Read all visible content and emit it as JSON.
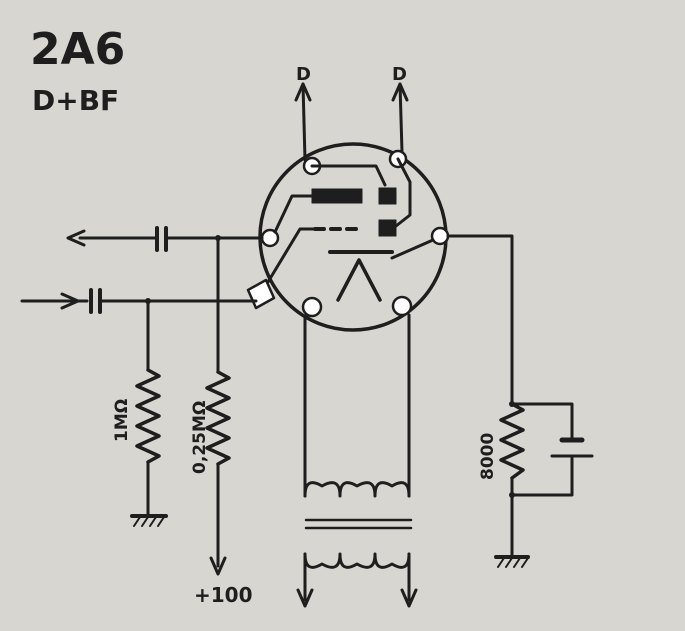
{
  "title": {
    "tube": "2A6",
    "function": "D+BF"
  },
  "labels": {
    "plate_out_left": "D",
    "plate_out_right": "D",
    "grid_resistor": "1MΩ",
    "plate_load_resistor": "0,25MΩ",
    "supply": "+100",
    "cathode_resistor": "8000"
  },
  "colors": {
    "background": "#d7d6d1",
    "ink": "#1e1e1e"
  }
}
